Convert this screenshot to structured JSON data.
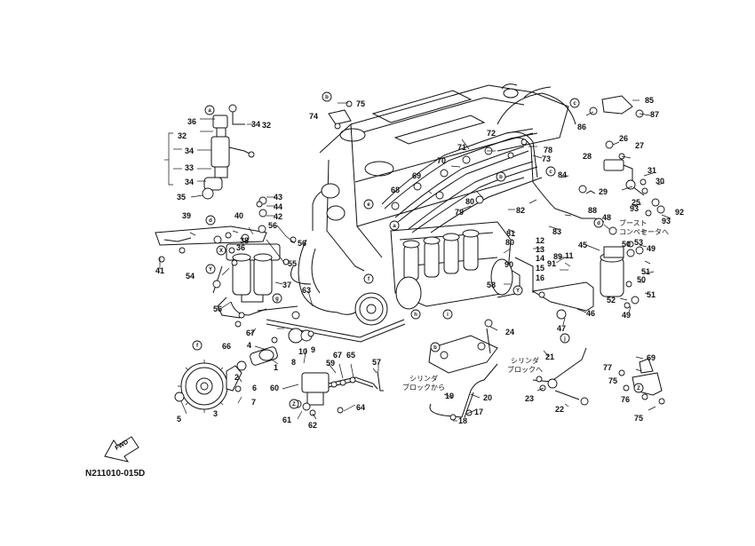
{
  "diagram": {
    "code": "N211010-015D",
    "fwd": "FWD",
    "callouts": [
      "1",
      "2",
      "3",
      "4",
      "5",
      "6",
      "7",
      "8",
      "9",
      "10",
      "11",
      "12",
      "13",
      "14",
      "15",
      "16",
      "17",
      "18",
      "19",
      "20",
      "21",
      "22",
      "23",
      "24",
      "25",
      "26",
      "27",
      "28",
      "29",
      "30",
      "31",
      "32",
      "33",
      "34",
      "35",
      "36",
      "37",
      "38",
      "39",
      "40",
      "41",
      "42",
      "43",
      "44",
      "45",
      "46",
      "47",
      "48",
      "49",
      "50",
      "51",
      "52",
      "53",
      "54",
      "55",
      "56",
      "57",
      "58",
      "59",
      "60",
      "61",
      "62",
      "63",
      "64",
      "65",
      "66",
      "67",
      "68",
      "69",
      "70",
      "71",
      "72",
      "73",
      "74",
      "75",
      "76",
      "77",
      "78",
      "79",
      "80",
      "81",
      "82",
      "83",
      "84",
      "85",
      "86",
      "87",
      "88",
      "89",
      "90",
      "91",
      "92",
      "93"
    ],
    "ref_letters": [
      "a",
      "b",
      "c",
      "d",
      "e",
      "f",
      "g",
      "h",
      "i",
      "j",
      "X",
      "Y",
      "Z"
    ],
    "jp_boost_1": "ブースト",
    "jp_boost_2": "コンペセータへ",
    "jp_cyl_1": "シリンダ",
    "jp_cyl_2": "ブロックから",
    "jp_cyl_3": "シリンダ",
    "jp_cyl_4": "ブロックへ"
  }
}
